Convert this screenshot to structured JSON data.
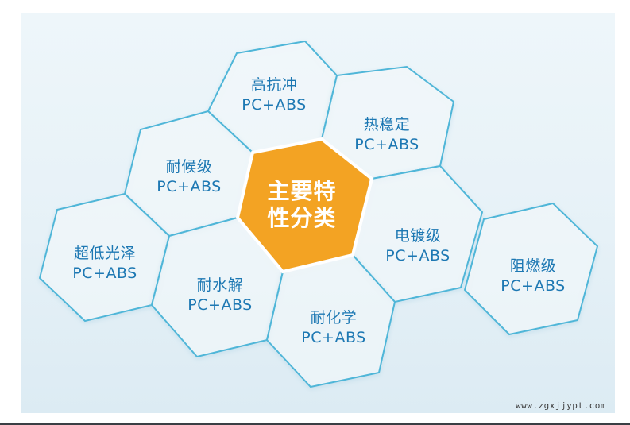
{
  "diagram": {
    "center": {
      "line1": "主要特",
      "line2": "性分类",
      "color": "#f3a323"
    },
    "hexagons": [
      {
        "title": "高抗冲",
        "subtitle": "PC+ABS"
      },
      {
        "title": "热稳定",
        "subtitle": "PC+ABS"
      },
      {
        "title": "耐候级",
        "subtitle": "PC+ABS"
      },
      {
        "title": "电镀级",
        "subtitle": "PC+ABS"
      },
      {
        "title": "超低光泽",
        "subtitle": "PC+ABS"
      },
      {
        "title": "阻燃级",
        "subtitle": "PC+ABS"
      },
      {
        "title": "耐水解",
        "subtitle": "PC+ABS"
      },
      {
        "title": "耐化学",
        "subtitle": "PC+ABS"
      }
    ],
    "outline_color": "#4fb6d8",
    "text_color": "#1d78b3"
  },
  "watermark": "www.zgxjjypt.com"
}
